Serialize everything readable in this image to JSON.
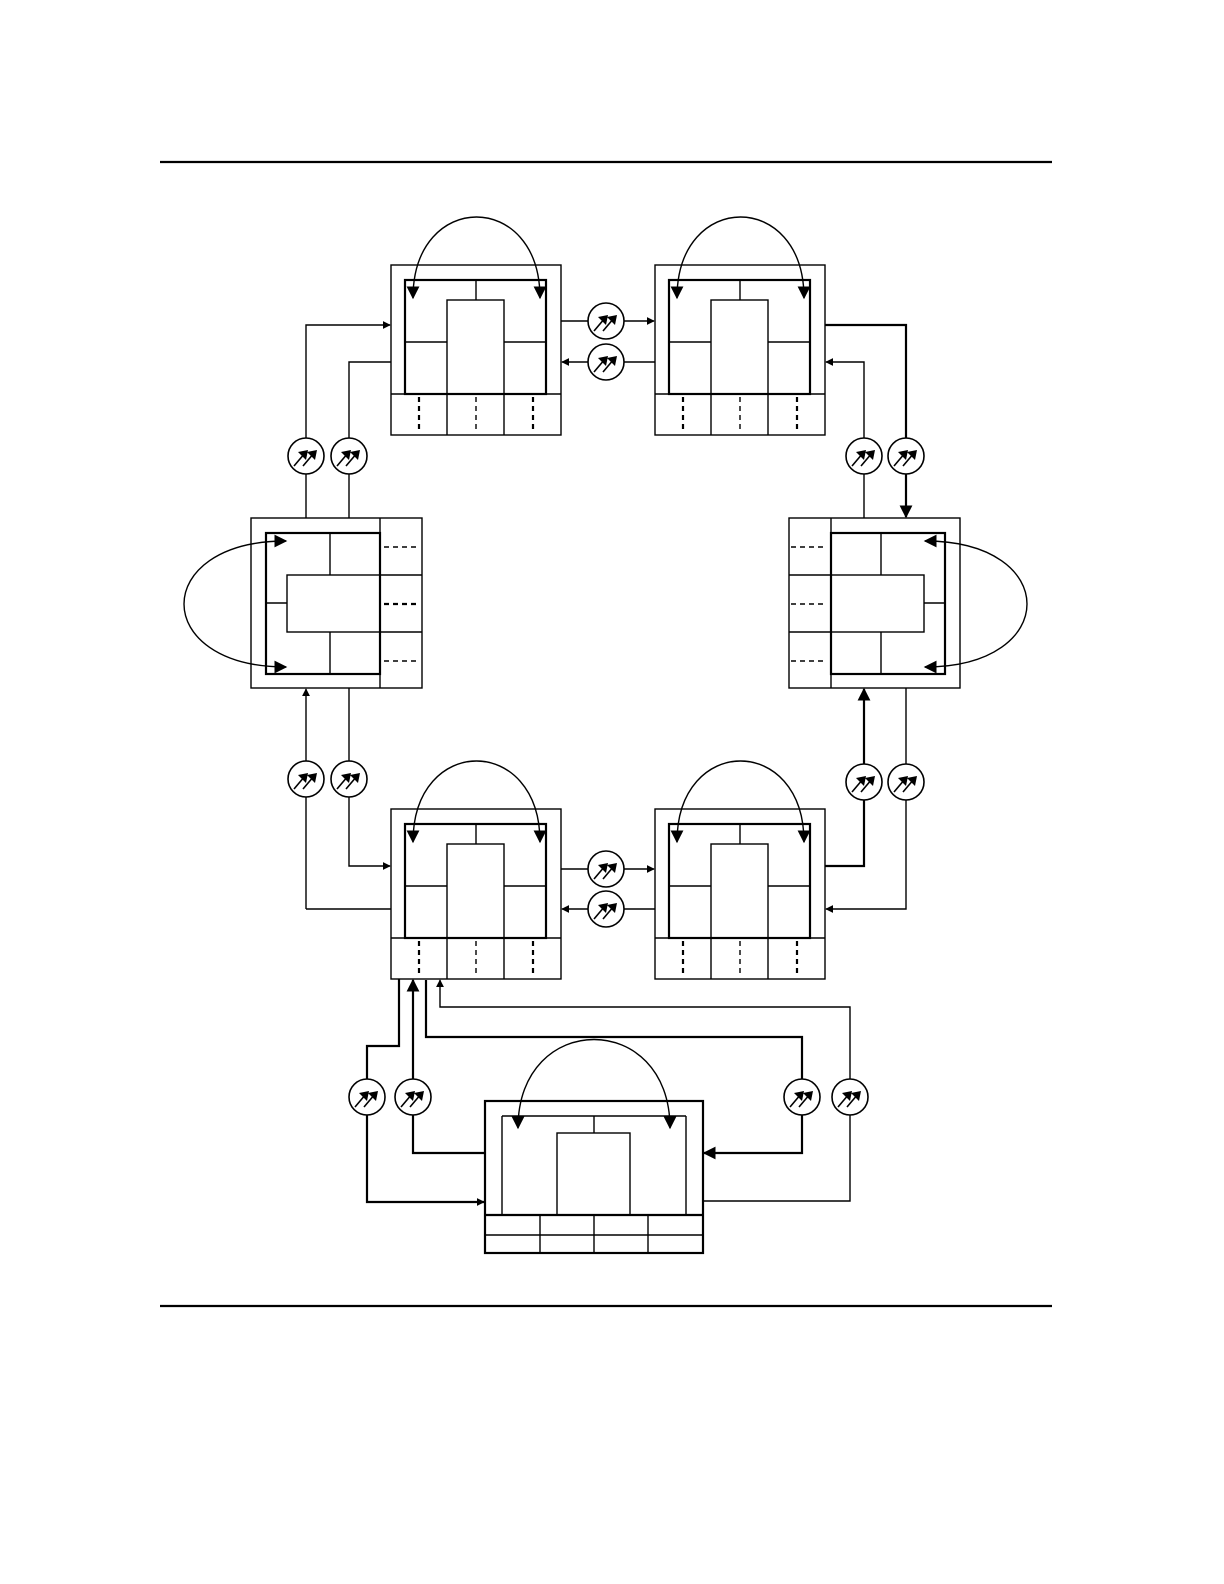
{
  "figure": {
    "description_visible_text": "",
    "stroke_color": "#000000",
    "background_color": "#ffffff"
  },
  "nodes": [
    {
      "name": "node-top-left",
      "orientation": "top"
    },
    {
      "name": "node-top-right",
      "orientation": "top"
    },
    {
      "name": "node-mid-left",
      "orientation": "left"
    },
    {
      "name": "node-mid-right",
      "orientation": "right"
    },
    {
      "name": "node-bottom-left",
      "orientation": "top"
    },
    {
      "name": "node-bottom-right",
      "orientation": "top"
    },
    {
      "name": "node-hub",
      "orientation": "hub"
    }
  ],
  "amplifiers": {
    "icon": "amplifier-icon",
    "count": 16
  }
}
